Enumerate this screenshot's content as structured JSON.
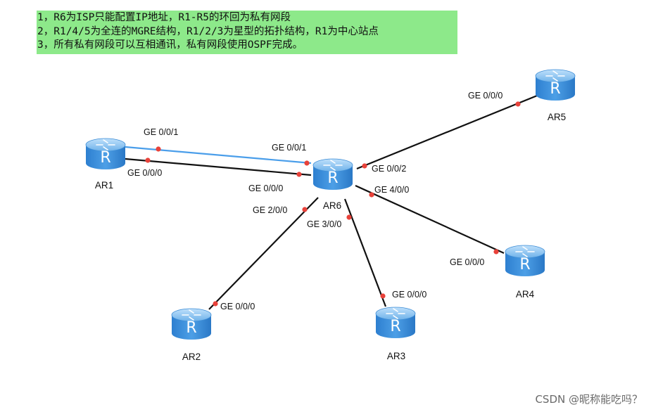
{
  "notes": [
    "1，R6为ISP只能配置IP地址，R1-R5的环回为私有网段",
    "2，R1/4/5为全连的MGRE结构，R1/2/3为星型的拓扑结构，R1为中心站点",
    "3，所有私有网段可以互相通讯，私有网段使用OSPF完成。"
  ],
  "routers": [
    {
      "id": "AR1",
      "label": "AR1",
      "icon": "router-icon"
    },
    {
      "id": "AR2",
      "label": "AR2",
      "icon": "router-icon"
    },
    {
      "id": "AR3",
      "label": "AR3",
      "icon": "router-icon"
    },
    {
      "id": "AR4",
      "label": "AR4",
      "icon": "router-icon"
    },
    {
      "id": "AR5",
      "label": "AR5",
      "icon": "router-icon"
    },
    {
      "id": "AR6",
      "label": "AR6",
      "icon": "router-icon"
    }
  ],
  "links": [
    {
      "a": "AR1",
      "a_port": "GE 0/0/1",
      "b": "AR6",
      "b_port": "GE 0/0/1",
      "color": "#4a9eea"
    },
    {
      "a": "AR1",
      "a_port": "GE 0/0/0",
      "b": "AR6",
      "b_port": "GE 0/0/0",
      "color": "#111111"
    },
    {
      "a": "AR5",
      "a_port": "GE 0/0/0",
      "b": "AR6",
      "b_port": "GE 0/0/2",
      "color": "#111111"
    },
    {
      "a": "AR4",
      "a_port": "GE 0/0/0",
      "b": "AR6",
      "b_port": "GE 4/0/0",
      "color": "#111111"
    },
    {
      "a": "AR3",
      "a_port": "GE 0/0/0",
      "b": "AR6",
      "b_port": "GE 3/0/0",
      "color": "#111111"
    },
    {
      "a": "AR2",
      "a_port": "GE 0/0/0",
      "b": "AR6",
      "b_port": "GE 2/0/0",
      "color": "#111111"
    }
  ],
  "colors": {
    "note_bg": "#8de98a",
    "port_dot": "#e8423a",
    "router_body": "#3d8fd6"
  },
  "watermark": "CSDN @昵称能吃吗？"
}
